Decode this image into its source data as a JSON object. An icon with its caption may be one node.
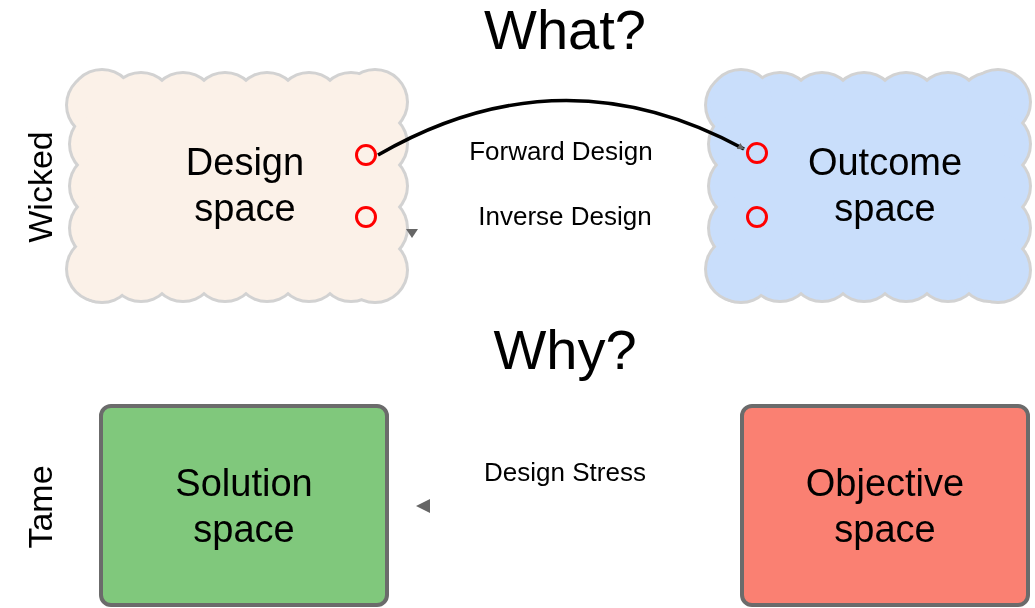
{
  "diagram": {
    "nodes": [
      {
        "text": [
          "Design space"
        ]
      },
      {
        "text": [],
        "shape": "circle",
        "in": 0
      },
      {
        "text": [],
        "shape": "circle",
        "in": 0
      },
      {
        "text": [
          "Outcome space"
        ]
      },
      {
        "text": [],
        "shape": "circle",
        "in": 3
      },
      {
        "text": [],
        "shape": "circle",
        "in": 3
      },
      {
        "text": [
          "Solution space"
        ]
      },
      {
        "text": [
          "Objective space"
        ]
      }
    ],
    "edges": [
      {
        "from": 1,
        "to": 4,
        "arrow": "to",
        "label": "Forward Design"
      }
    ],
    "labels": [
      "What?",
      "Wicked",
      "Inverse Design",
      "Why?",
      "Tame",
      "Design Stress"
    ]
  }
}
